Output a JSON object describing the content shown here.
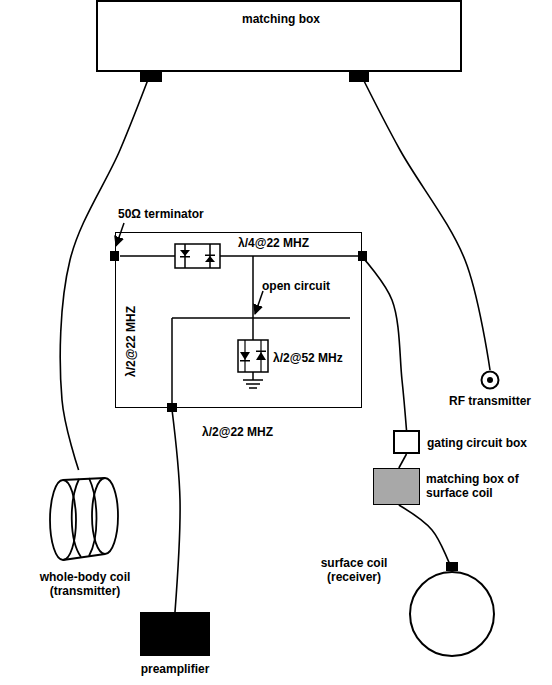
{
  "diagram": {
    "nodes": [
      {
        "text": [
          "matching box"
        ]
      },
      {
        "text": [
          "RF transmitter"
        ]
      },
      {
        "text": [
          "λ/4@22 MHZ",
          "open circuit",
          "λ/2@52 MHz",
          "λ/2@22 MHZ"
        ]
      },
      {
        "text": [
          "gating circuit box"
        ]
      },
      {
        "text": [
          "matching box of surface coil"
        ]
      },
      {
        "text": [
          "surface coil (receiver)"
        ]
      },
      {
        "text": [
          "whole-body coil (transmitter)"
        ]
      },
      {
        "text": [
          "preamplifier"
        ]
      }
    ],
    "edges": [
      {
        "from": 0,
        "to": 6,
        "arrow": "none"
      },
      {
        "from": 0,
        "to": 1,
        "arrow": "none"
      },
      {
        "from": 2,
        "to": 3,
        "arrow": "none"
      },
      {
        "from": 3,
        "to": 4,
        "arrow": "none"
      },
      {
        "from": 2,
        "to": 7,
        "label": "λ/2@22 MHZ",
        "arrow": "none"
      },
      {
        "from": 4,
        "to": 5,
        "arrow": "none"
      }
    ],
    "labels": [
      "50Ω terminator"
    ]
  }
}
